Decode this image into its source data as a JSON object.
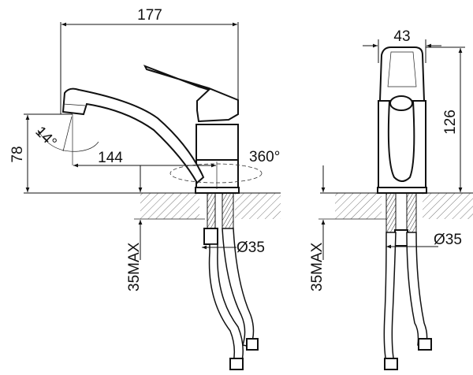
{
  "drawing": {
    "side_view": {
      "overall_length": "177",
      "spout_height": "78",
      "spout_angle": "14°",
      "spout_reach": "144",
      "rotation": "360°",
      "max_counter_thickness": "35MAX",
      "hole_diameter": "Ø35"
    },
    "front_view": {
      "body_width": "43",
      "overall_height": "126",
      "max_counter_thickness": "35MAX",
      "hole_diameter": "Ø35"
    }
  }
}
